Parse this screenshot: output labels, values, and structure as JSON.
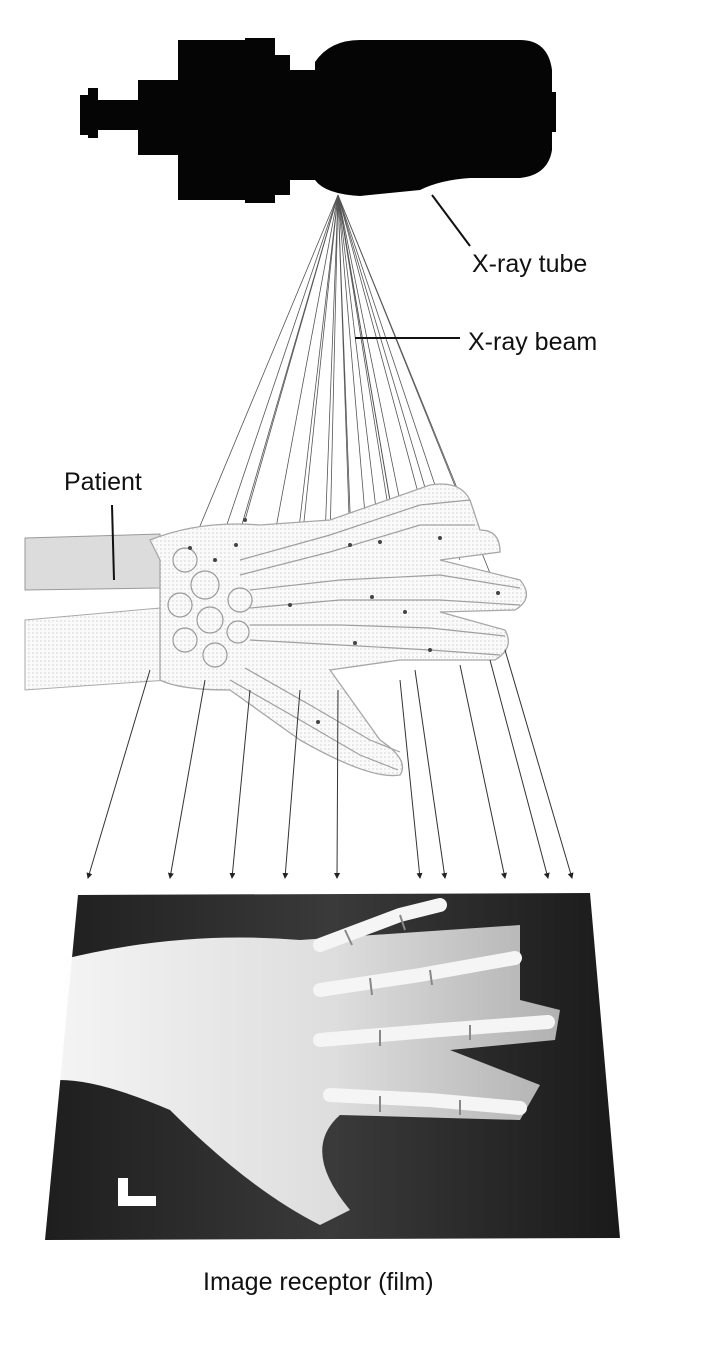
{
  "labels": {
    "xray_tube": "X-ray tube",
    "xray_beam": "X-ray beam",
    "patient": "Patient",
    "image_receptor": "Image receptor (film)"
  },
  "icons": {
    "tube": "xray-tube-icon",
    "hand": "hand-skeleton-icon",
    "film": "radiograph-film-icon",
    "marker": "lead-marker-icon"
  },
  "colors": {
    "ink": "#111111",
    "film_background": "#2b2b2b",
    "bone": "#f2f2f2",
    "tissue_outline": "#9a9a9a"
  }
}
